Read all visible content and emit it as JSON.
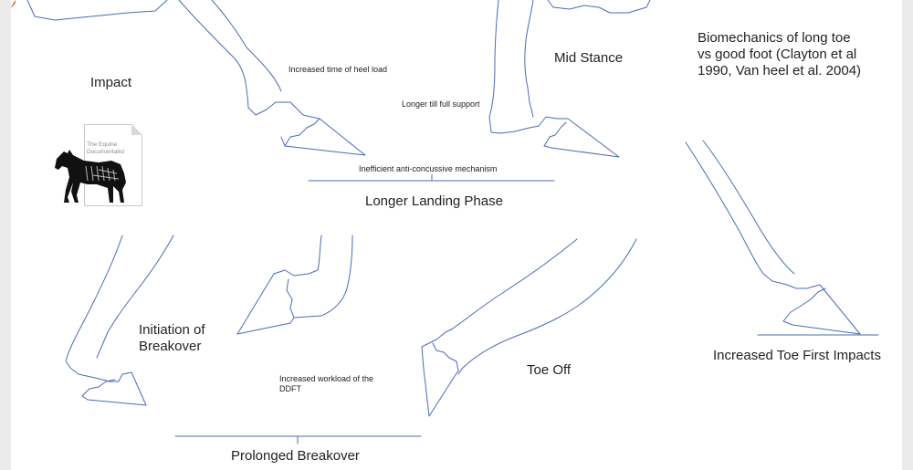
{
  "labels": {
    "impact": "Impact",
    "mid_stance": "Mid Stance",
    "title": "Biomechanics of long toe\nvs good foot (Clayton et al\n1990, Van heel et al. 2004)",
    "heel_load": "Increased time of heel load",
    "full_support": "Longer till full support",
    "anti_concussive": "Inefficient anti-concussive mechanism",
    "landing_phase": "Longer Landing Phase",
    "initiation": "Initiation of\nBreakover",
    "ddft": "Increased workload of the\nDDFT",
    "toe_off": "Toe Off",
    "toe_first": "Increased Toe First Impacts",
    "prolonged": "Prolonged Breakover"
  },
  "logo": {
    "text": "The Equine\nDocumentalist"
  },
  "colors": {
    "line": "#4a6bb5",
    "text": "#222222",
    "accent": "#e8552d"
  }
}
